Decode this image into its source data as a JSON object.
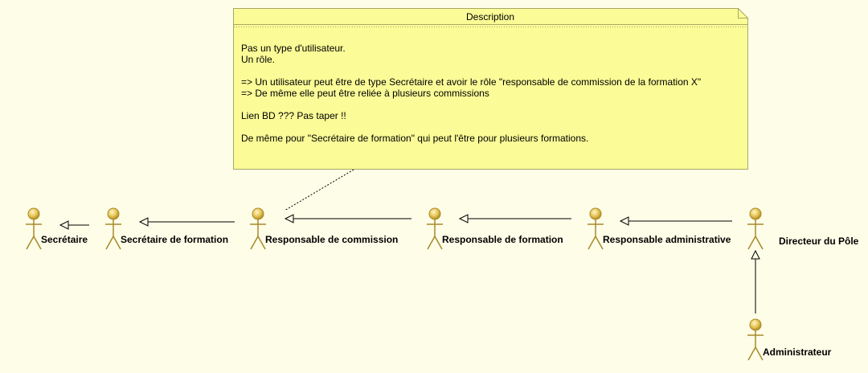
{
  "note": {
    "title": "Description",
    "lines": [
      "Pas un type d'utilisateur.",
      "Un rôle.",
      "",
      "=> Un utilisateur peut être de type Secrétaire et avoir le rôle \"responsable de commission de la formation X\"",
      "=> De même elle peut être reliée à plusieurs commissions",
      "",
      "Lien BD ??? Pas taper !!",
      "",
      "De même pour \"Secrétaire de formation\" qui peut l'être pour plusieurs formations."
    ]
  },
  "actors": {
    "secretaire": "Secrétaire",
    "secretaire_formation": "Secrétaire de formation",
    "responsable_commission": "Responsable de commission",
    "responsable_formation": "Responsable de formation",
    "responsable_administrative": "Responsable administrative",
    "directeur_pole": "Directeur du Pôle",
    "administrateur": "Administrateur"
  },
  "colors": {
    "background": "#fefde8",
    "note_fill": "#fbfb97",
    "note_border": "#a8a866",
    "actor_fill": "#e8c85a",
    "actor_stroke": "#a88a2a",
    "line": "#000000"
  }
}
